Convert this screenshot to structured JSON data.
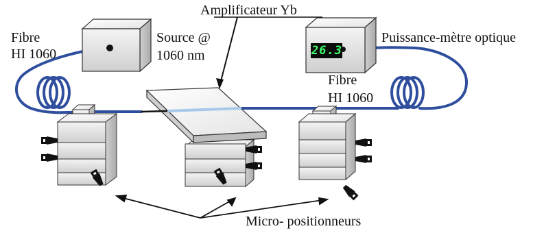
{
  "labels": {
    "amplifier": "Amplificateur Yb",
    "source_line1": "Source @",
    "source_line2": "1060 nm",
    "fibre_left_line1": "Fibre",
    "fibre_left_line2": "HI 1060",
    "power_meter": "Puissance-mètre optique",
    "fibre_right_line1": "Fibre",
    "fibre_right_line2": "HI 1060",
    "micro_positioners": "Micro- positionneurs"
  },
  "meter": {
    "reading": "26.3"
  },
  "colors": {
    "fiber": "#2f4f9e",
    "waveguide": "#a8c8ea",
    "display": "#0b0b0b",
    "digits": "#3cff6a"
  }
}
